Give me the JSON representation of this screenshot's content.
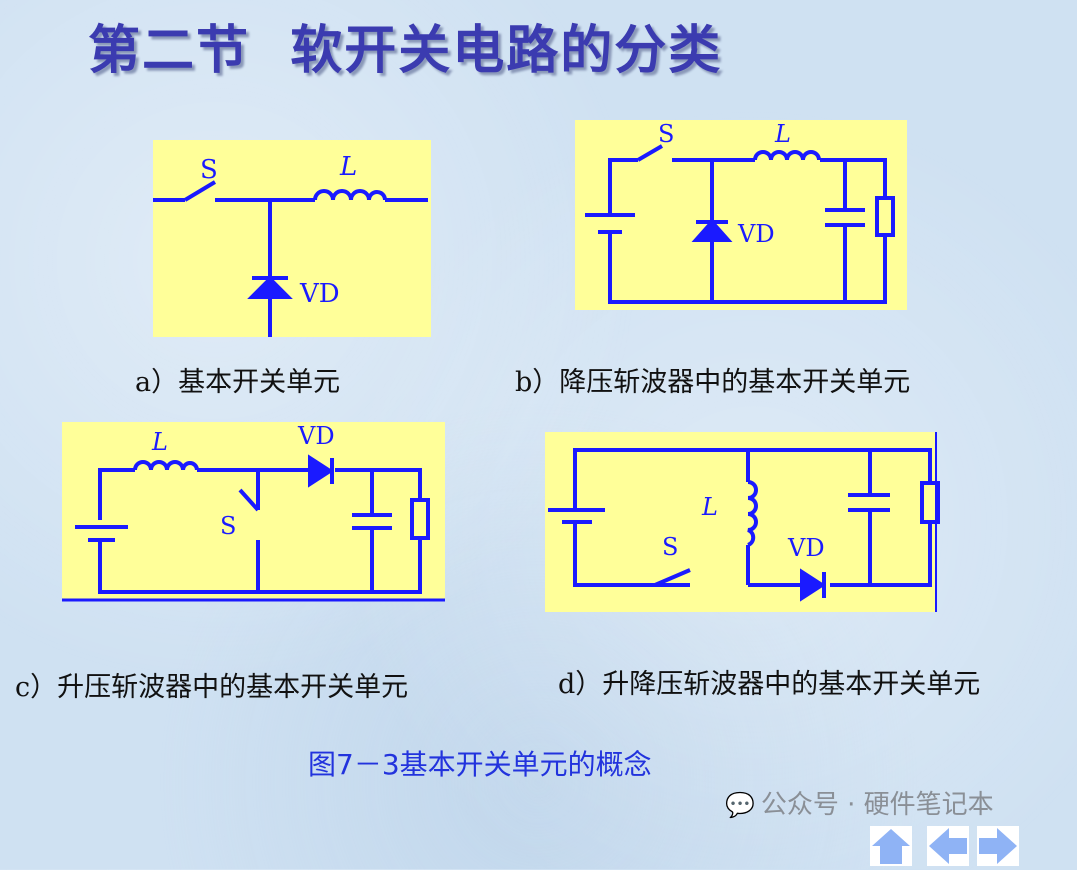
{
  "title": "第二节  软开关电路的分类",
  "circuits": {
    "a": {
      "caption": "a）基本开关单元",
      "s": "S",
      "l": "L",
      "vd": "VD"
    },
    "b": {
      "caption": "b）降压斩波器中的基本开关单元",
      "s": "S",
      "l": "L",
      "vd": "VD"
    },
    "c": {
      "caption": "c）升压斩波器中的基本开关单元",
      "s": "S",
      "l": "L",
      "vd": "VD"
    },
    "d": {
      "caption": "d）升降压斩波器中的基本开关单元",
      "s": "S",
      "l": "L",
      "vd": "VD"
    }
  },
  "figure_caption": "图7－3基本开关单元的概念",
  "watermark": "公众号 · 硬件笔记本",
  "nav": {
    "home": "home-icon",
    "prev": "arrow-left-icon",
    "next": "arrow-right-icon"
  },
  "colors": {
    "wire": "#1a1aff",
    "panel": "#ffff99",
    "title": "#3b3bb0"
  }
}
